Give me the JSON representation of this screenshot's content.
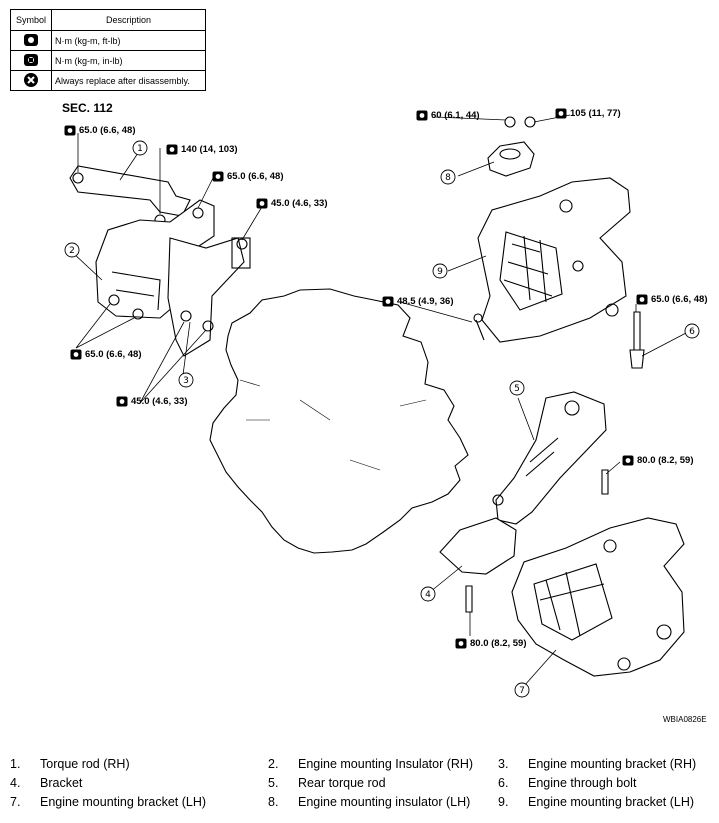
{
  "legend": {
    "header_symbol": "Symbol",
    "header_description": "Description",
    "rows": [
      {
        "icon": "torque-wrench-icon",
        "text": "N·m (kg-m, ft-lb)"
      },
      {
        "icon": "torque-wrench-inlb-icon",
        "text": "N·m (kg-m, in-lb)"
      },
      {
        "icon": "always-replace-icon",
        "text": "Always replace after disassembly."
      }
    ]
  },
  "section": "SEC. 112",
  "torques": {
    "t1": "65.0 (6.6, 48)",
    "t2": "140 (14, 103)",
    "t3": "65.0 (6.6, 48)",
    "t4": "45.0 (4.6, 33)",
    "t5": "65.0 (6.6, 48)",
    "t6": "45.0 (4.6, 33)",
    "t7": "60 (6.1, 44)",
    "t8": "105 (11, 77)",
    "t9": "48.5 (4.9, 36)",
    "t10": "65.0 (6.6, 48)",
    "t11": "80.0 (8.2, 59)",
    "t12": "80.0 (8.2, 59)"
  },
  "callouts": [
    "1",
    "2",
    "3",
    "4",
    "5",
    "6",
    "7",
    "8",
    "9"
  ],
  "figure_code": "WBIA0826E",
  "parts": [
    {
      "num": "1.",
      "name": "Torque rod (RH)"
    },
    {
      "num": "2.",
      "name": "Engine mounting Insulator (RH)"
    },
    {
      "num": "3.",
      "name": "Engine mounting bracket (RH)"
    },
    {
      "num": "4.",
      "name": "Bracket"
    },
    {
      "num": "5.",
      "name": "Rear torque rod"
    },
    {
      "num": "6.",
      "name": "Engine through bolt"
    },
    {
      "num": "7.",
      "name": "Engine mounting bracket (LH)"
    },
    {
      "num": "8.",
      "name": "Engine mounting insulator (LH)"
    },
    {
      "num": "9.",
      "name": "Engine mounting bracket (LH)"
    }
  ]
}
